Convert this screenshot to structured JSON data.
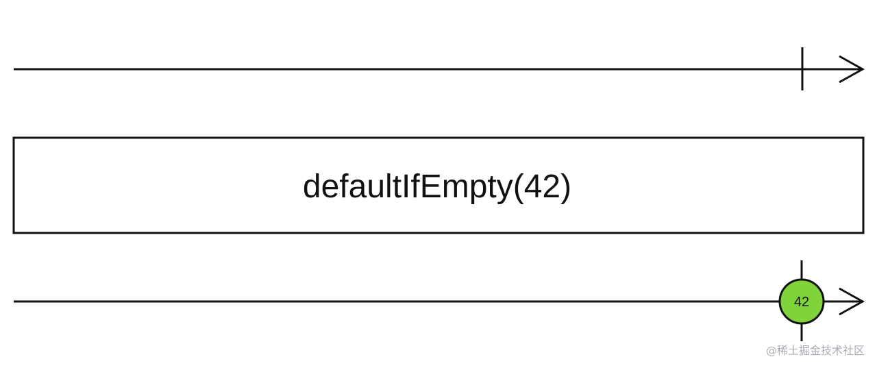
{
  "operator": {
    "label": "defaultIfEmpty(42)"
  },
  "input_stream": {
    "events": [],
    "completes": true
  },
  "output_stream": {
    "marbles": [
      {
        "value": "42",
        "color": "#7ed43a"
      }
    ],
    "completes": true
  },
  "watermark": "@稀土掘金技术社区"
}
